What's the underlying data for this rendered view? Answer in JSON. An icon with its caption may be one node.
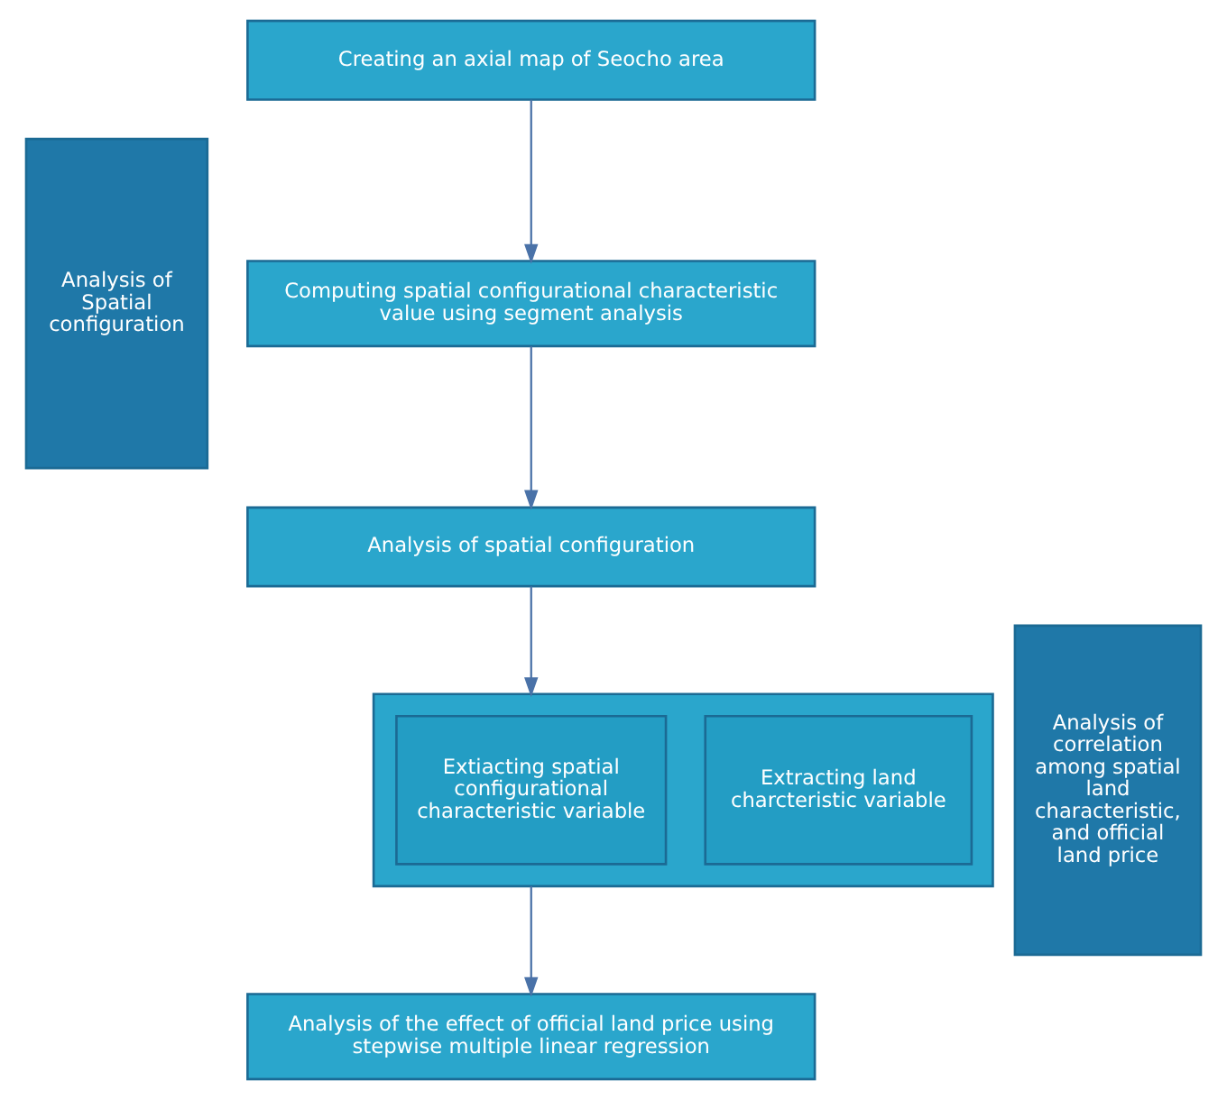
{
  "diagram": {
    "nodes": [
      {
        "text": [
          "Analysis of Spatial configuration"
        ]
      },
      {
        "text": [
          "Creating an axial map of Seocho area"
        ]
      },
      {
        "text": [
          "Computing spatial configurational characteristic value using segment analysis"
        ]
      },
      {
        "text": [
          "Analysis of spatial configuration"
        ]
      },
      {
        "text": [
          "Analysis of correlation among spatial land characteristic, and official land price"
        ]
      },
      {
        "text": [],
        "shape": "box"
      },
      {
        "text": [
          "Extiacting spatial configurational characteristic variable"
        ],
        "in": 5
      },
      {
        "text": [
          "Extracting land charcteristic variable"
        ],
        "in": 5
      },
      {
        "text": [
          "Analysis of the effect of official land price using stepwise multiple linear regression"
        ]
      }
    ],
    "edges": [
      {
        "from": 1,
        "to": 2,
        "arrow": "to"
      },
      {
        "from": 2,
        "to": 3,
        "arrow": "to"
      },
      {
        "from": 3,
        "to": 5,
        "arrow": "to"
      },
      {
        "from": 5,
        "to": 8,
        "arrow": "to"
      }
    ]
  }
}
